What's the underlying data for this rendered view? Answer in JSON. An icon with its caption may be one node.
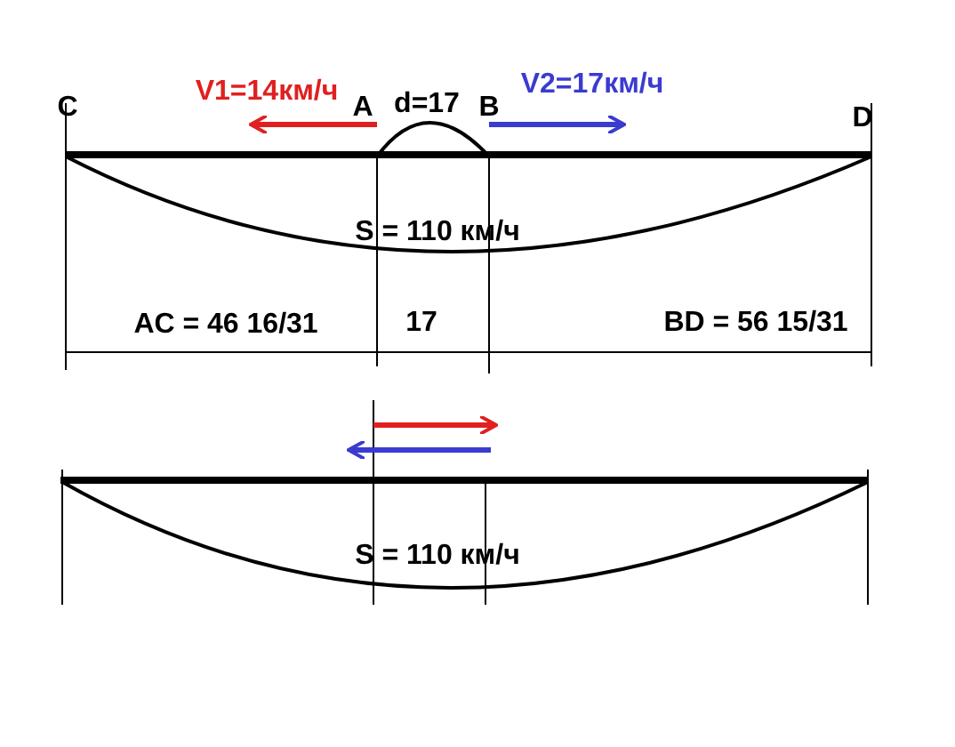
{
  "diagram": {
    "labels": [
      "V1=14км/ч",
      "V2=17км/ч",
      "C",
      "A",
      "d=17",
      "B",
      "D",
      "S = 110 км/ч",
      "AC = 46 16/31",
      "17",
      "BD = 56 15/31",
      "S = 110 км/ч"
    ]
  }
}
